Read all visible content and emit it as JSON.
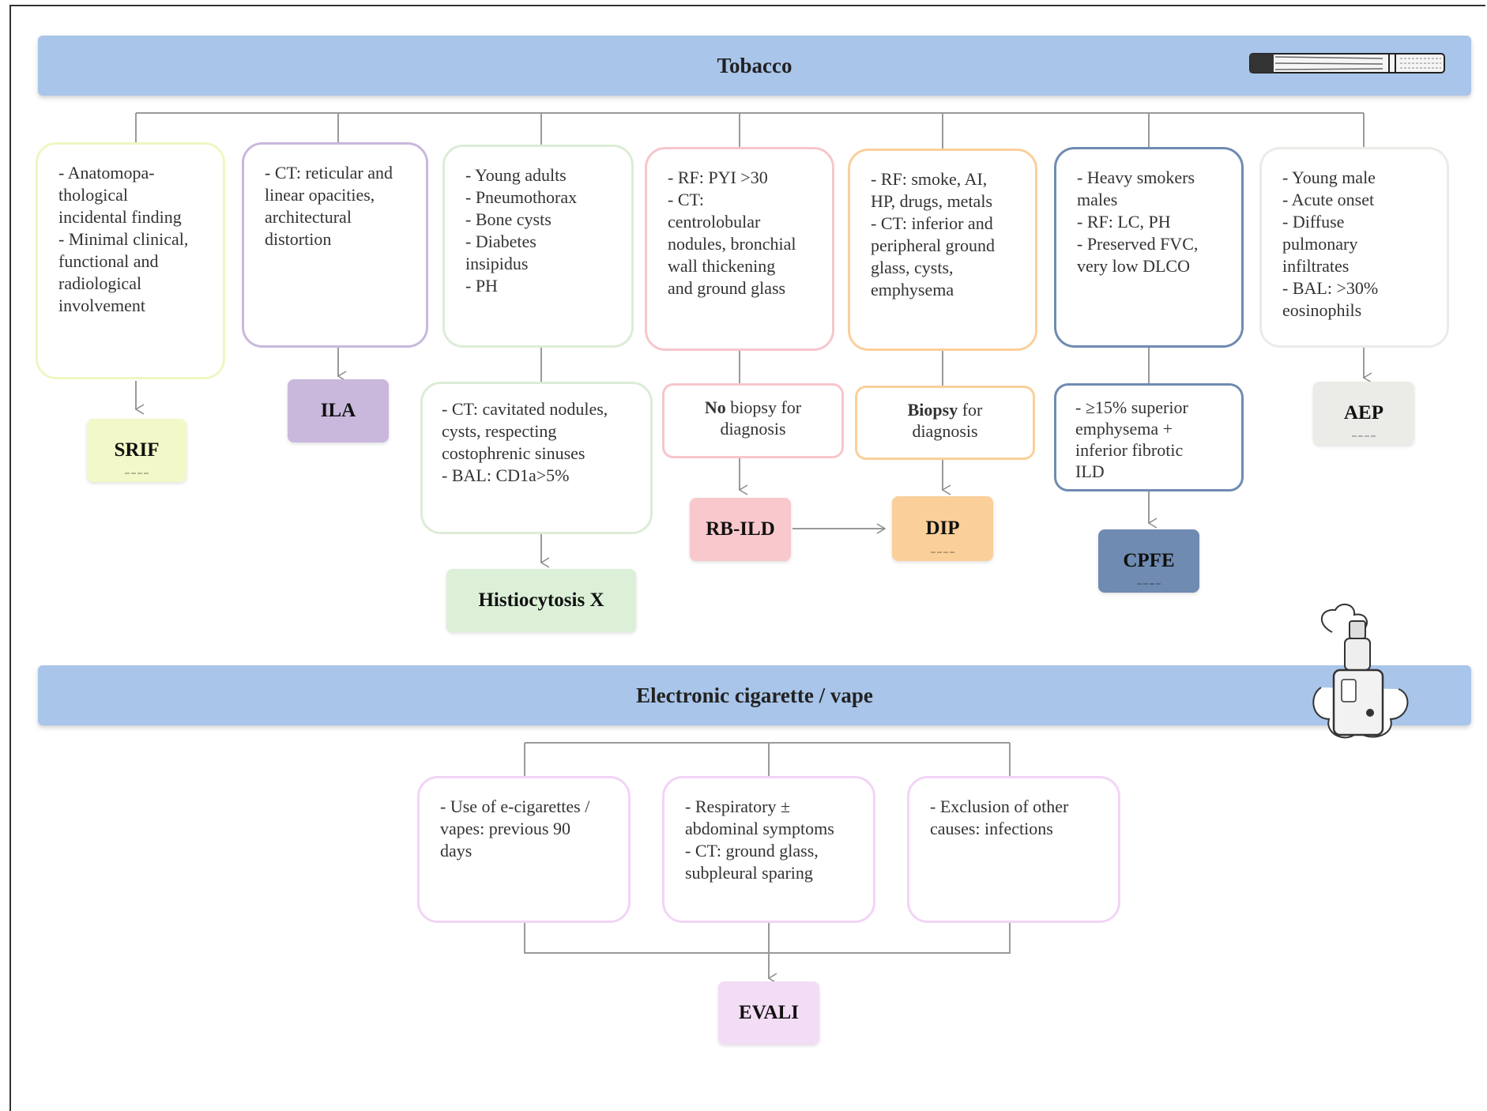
{
  "tobacco_header": "Tobacco",
  "ecig_header": "Electronic cigarette / vape",
  "branches": {
    "srif": {
      "criteria": "- Anatomopa-\nthological\nincidental finding\n- Minimal clinical,\nfunctional and\nradiological\ninvolvement",
      "term": "SRIF"
    },
    "ila": {
      "criteria": "- CT: reticular and\nlinear opacities,\narchitectural\ndistortion",
      "term": "ILA"
    },
    "histiocytosis": {
      "criteria": "- Young adults\n- Pneumothorax\n- Bone cysts\n- Diabetes\ninsipidus\n- PH",
      "next": "- CT: cavitated nodules,\ncysts, respecting\ncostophrenic sinuses\n- BAL: CD1a>5%",
      "term": "Histiocytosis X"
    },
    "rbild": {
      "criteria": "- RF: PYI >30\n- CT:\ncentrolobular\nnodules, bronchial\nwall thickening\nand ground glass",
      "note_bold": "No",
      "note_rest": " biopsy for\ndiagnosis",
      "term": "RB-ILD"
    },
    "dip": {
      "criteria": "- RF: smoke, AI,\nHP, drugs, metals\n- CT: inferior and\nperipheral ground\nglass, cysts,\nemphysema",
      "note_bold": "Biopsy",
      "note_rest": " for\ndiagnosis",
      "term": "DIP"
    },
    "cpfe": {
      "criteria": "- Heavy smokers\nmales\n- RF: LC, PH\n- Preserved FVC,\nvery low DLCO",
      "next": "- ≥15% superior\nemphysema +\ninferior fibrotic\nILD",
      "term": "CPFE"
    },
    "aep": {
      "criteria": "- Young male\n- Acute onset\n- Diffuse\npulmonary\ninfiltrates\n- BAL: >30%\neosinophils",
      "term": "AEP"
    }
  },
  "evali": {
    "criteria": [
      "- Use of e-cigarettes /\nvapes: previous 90\ndays",
      "- Respiratory ±\nabdominal symptoms\n- CT: ground glass,\nsubpleural sparing",
      "- Exclusion of other\ncauses: infections"
    ],
    "term": "EVALI"
  },
  "colors": {
    "banner": "#a9c5ea",
    "srif": "#f3f8c8",
    "ila": "#c9b8dc",
    "histiocytosis": "#dcf0d8",
    "rbild": "#f9c8cc",
    "dip": "#fbcf9a",
    "cpfe": "#6f8bb1",
    "aep": "#ebebe8",
    "evali": "#f3dcf5"
  },
  "icons": [
    "cigarette-icon",
    "vape-device-icon"
  ]
}
